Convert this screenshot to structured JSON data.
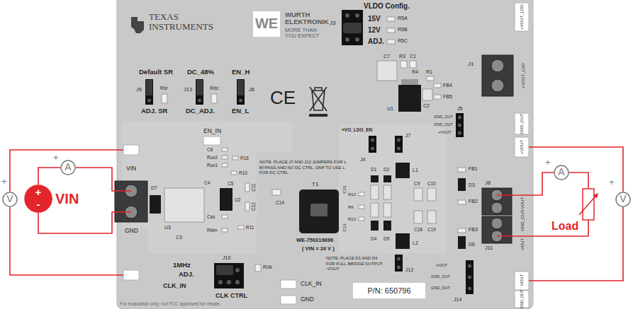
{
  "diagram": {
    "nodes": [
      {
        "text": [
          "V",
          "+"
        ]
      },
      {
        "text": [
          "A",
          "+"
        ]
      },
      {
        "text": [
          "+",
          "-",
          "VIN"
        ]
      },
      {
        "text": [
          "For evaluation only; not FCC approved for resale."
        ]
      },
      {
        "text": [
          "P/N: 650796"
        ],
        "in": 3
      },
      {
        "text": [
          "A",
          "+"
        ]
      },
      {
        "text": [
          "Load"
        ]
      },
      {
        "text": [
          "V",
          "+"
        ]
      }
    ],
    "edges": [
      {
        "from": 0,
        "to": 3,
        "arrow": "none"
      },
      {
        "from": 0,
        "to": 3,
        "arrow": "none"
      },
      {
        "from": 2,
        "to": 1,
        "arrow": "none"
      },
      {
        "from": 1,
        "to": 3,
        "arrow": "none"
      },
      {
        "from": 2,
        "to": 3,
        "arrow": "none"
      },
      {
        "from": 3,
        "to": 5,
        "arrow": "none"
      },
      {
        "from": 5,
        "to": 6,
        "arrow": "none"
      },
      {
        "from": 6,
        "to": 3,
        "arrow": "none"
      },
      {
        "from": 7,
        "to": 3,
        "arrow": "none"
      },
      {
        "from": 7,
        "to": 3,
        "arrow": "none"
      }
    ],
    "labels": [
      "TEXAS INSTRUMENTS",
      "WE",
      "WURTH ELEKTRONIK",
      "MORE THAN YOU EXPECT",
      "VLDO Config.",
      "J3",
      "15V",
      "12V",
      "ADJ.",
      "R5A",
      "R5B",
      "R5C",
      "C7",
      "R3",
      "C1",
      "R4",
      "R1",
      "U1",
      "C2",
      "FB4",
      "FB5",
      "J5",
      "GND_OUT",
      "GND_OUT",
      "+VOUT",
      "J1",
      "+VOUT_LDO",
      "+VOUT_LDO",
      "GND_OUT",
      "+VOUT",
      "Default SR",
      "J9",
      "Rsr",
      "ADJ. SR",
      "DC_48%",
      "J13",
      "Rdc",
      "DC_ADJ.",
      "EN_H",
      "J6",
      "EN_L",
      "EN_IN",
      "VIN",
      "GND",
      "D7",
      "C6",
      "Ruv2",
      "Ruv1",
      "R16",
      "R10",
      "C4",
      "C11",
      "C12",
      "U3",
      "C3",
      "Css",
      "Rilim",
      "R11",
      "C14",
      "NOTE: PLACE J7 AND J12 JUMPERS FOR L BYPASS AND NO DC CTRL. DNP TO USE L FOR DC CTRL",
      "T1",
      "WE-750319696",
      "( VIN = 24 V )",
      "+VO_LDO_EN",
      "J4",
      "J7",
      "D1",
      "D2",
      "L1",
      "C9",
      "C10",
      "C15",
      "R12",
      "R9",
      "R13",
      "C16",
      "D4",
      "D5",
      "L2",
      "C18",
      "C19",
      "J12",
      "NOTE: PLACE D1 AND D4 FOR FULL BRIDGE OUTPUT -VOUT",
      "FB1",
      "D3",
      "FB2",
      "FB3",
      "D6",
      "J8",
      "J11",
      "+VOUT",
      "GND_OUT",
      "-VOUT",
      "-VOUT",
      "GND_OUT",
      "GND_OUT",
      "J14",
      "-VOUT",
      "GND_OUT",
      "1MHz",
      "ADJ.",
      "J10",
      "Rclk",
      "CLK_IN",
      "CLK CTRL",
      "CLK_IN",
      "GND",
      "CE",
      "C5",
      "U2"
    ]
  }
}
